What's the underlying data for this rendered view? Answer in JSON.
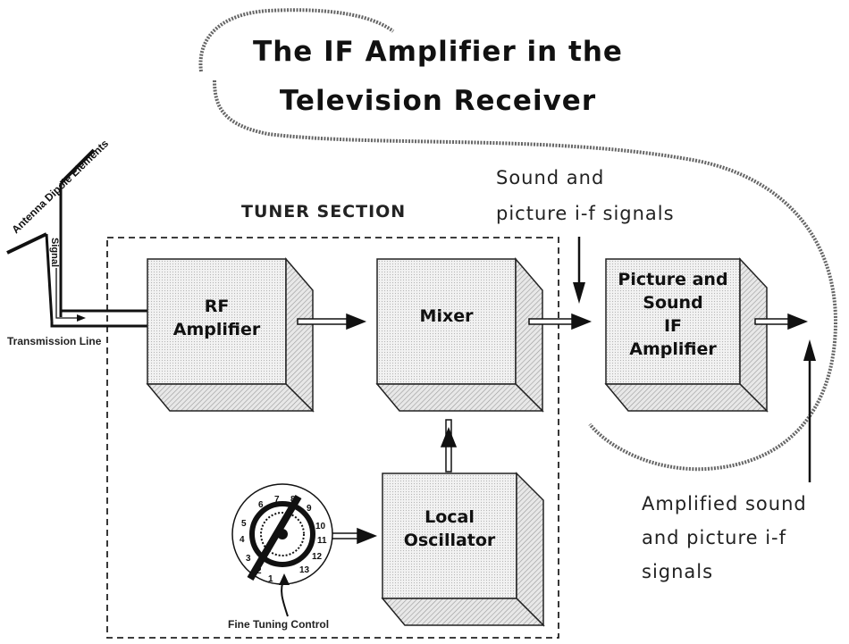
{
  "title": {
    "line1": "The IF Amplifier in the",
    "line2": "Television Receiver"
  },
  "labels": {
    "antenna": "Antenna Dipole Elements",
    "signal": "Signal",
    "transmission_line": "Transmission Line",
    "tuner_section": "TUNER SECTION",
    "sound_picture_if_line1": "Sound and",
    "sound_picture_if_line2": "picture i-f signals",
    "amplified_line1": "Amplified sound",
    "amplified_line2": "and picture i-f",
    "amplified_line3": "signals",
    "fine_tuning": "Fine Tuning Control"
  },
  "blocks": {
    "rf_amp_line1": "RF",
    "rf_amp_line2": "Amplifier",
    "mixer": "Mixer",
    "local_osc_line1": "Local",
    "local_osc_line2": "Oscillator",
    "if_amp_line1": "Picture and",
    "if_amp_line2": "Sound",
    "if_amp_line3": "IF",
    "if_amp_line4": "Amplifier"
  },
  "dial_numbers": [
    "1",
    "2",
    "3",
    "4",
    "5",
    "6",
    "7",
    "8",
    "9",
    "10",
    "11",
    "12",
    "13"
  ]
}
